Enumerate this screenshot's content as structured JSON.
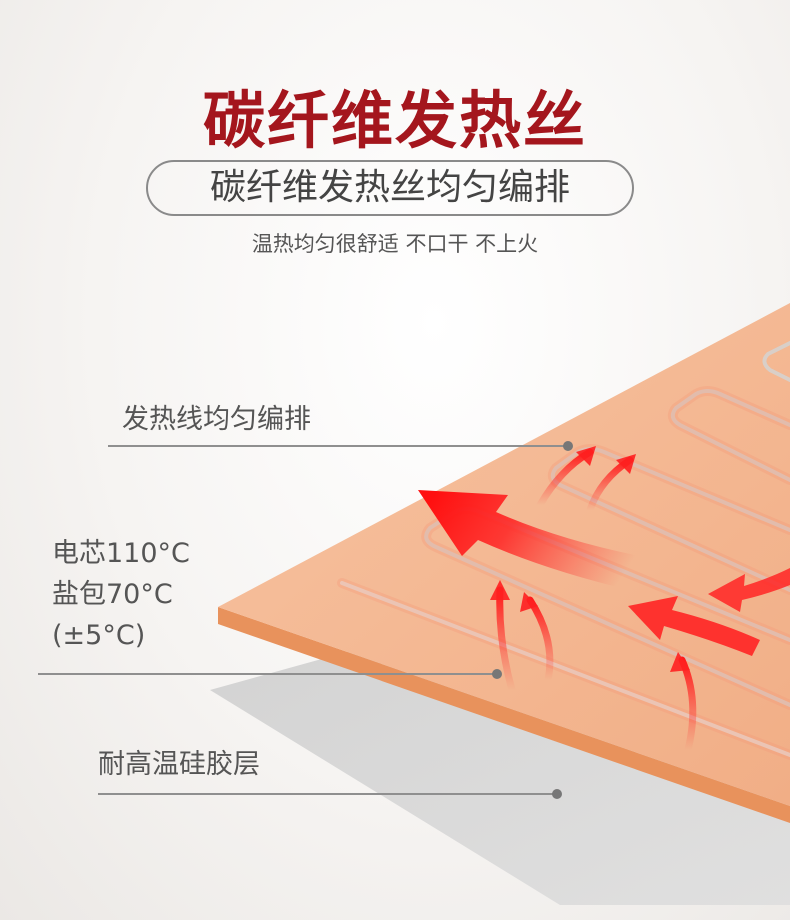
{
  "title": "碳纤维发热丝",
  "subtitle": "碳纤维发热丝均匀编排",
  "tagline": "温热均匀很舒适 不口干 不上火",
  "callouts": {
    "wire": "发热线均匀编排",
    "temp_line1": "电芯110°C",
    "temp_line2": "盐包70°C",
    "temp_line3": "(±5°C)",
    "silicone": "耐高温硅胶层"
  },
  "colors": {
    "title": "#a4161d",
    "pad": "#f3b691",
    "pad_edge": "#e59462",
    "heat_arrow": "#f0202a"
  }
}
